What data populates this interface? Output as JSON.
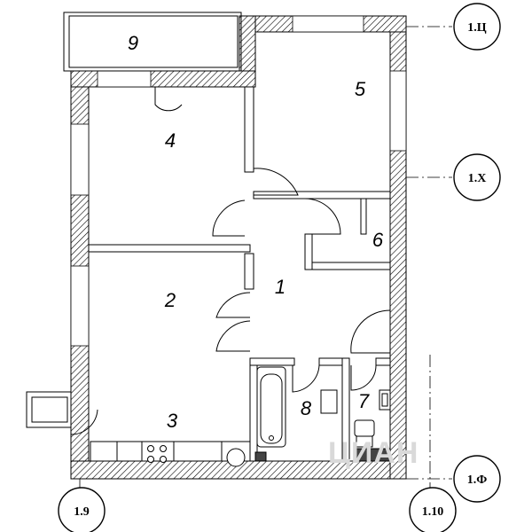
{
  "rooms": [
    {
      "id": "room-1",
      "label": "1"
    },
    {
      "id": "room-2",
      "label": "2"
    },
    {
      "id": "room-3",
      "label": "3"
    },
    {
      "id": "room-4",
      "label": "4"
    },
    {
      "id": "room-5",
      "label": "5"
    },
    {
      "id": "room-6",
      "label": "6"
    },
    {
      "id": "room-7",
      "label": "7"
    },
    {
      "id": "room-8",
      "label": "8"
    },
    {
      "id": "room-9",
      "label": "9"
    }
  ],
  "axes": {
    "ts": "1.Ц",
    "kh": "1.Х",
    "f": "1.Ф",
    "a9": "1.9",
    "a10": "1.10"
  },
  "watermark": "ЦИАН"
}
